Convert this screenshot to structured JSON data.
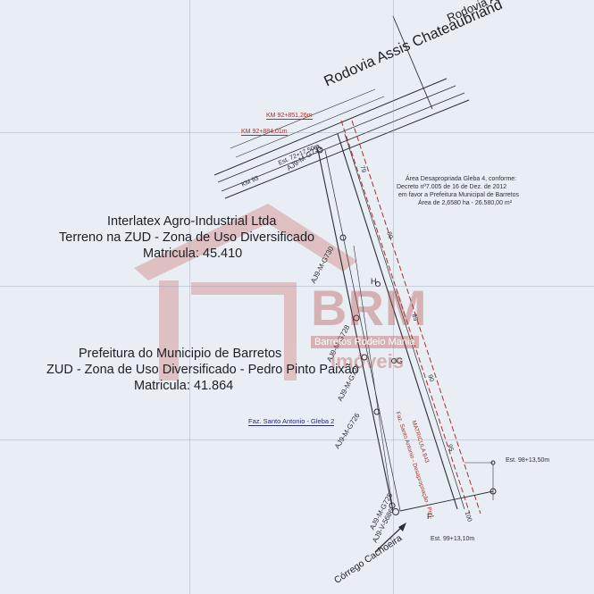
{
  "road": {
    "name": "Rodovia Assis Chateaubriand",
    "trail": "- S"
  },
  "km_markers": [
    "KM 92+851,26m",
    "KM 92+884,01m"
  ],
  "road_km": "KM 93",
  "est_top": "Est. 72+17,50m",
  "plots": [
    {
      "owner": "Interlatex Agro-Industrial Ltda",
      "zone": "Terreno na ZUD - Zona de Uso Diversificado",
      "registry": "Matricula: 45.410"
    },
    {
      "owner": "Prefeitura do Municipio de Barretos",
      "zone": "ZUD - Zona de Uso Diversificado - Pedro Pinto Paixão",
      "registry": "Matricula: 41.864"
    }
  ],
  "expropriation_note": [
    "Área Desapropriada Gleba 4, conforme:",
    "Decreto nº7.005 de 16 de Dez. de 2012",
    "em favor a Prefeitura Municipal de Barretos",
    "Área de 2,6580 ha - 26.580,00 m²"
  ],
  "stations": [
    "AJ9-M-G731",
    "AJ9-M-G730",
    "AJ9-M-G728",
    "AJ9-M-G727",
    "AJ9-M-G726",
    "AJ9-M-G725",
    "AJ9-V-5686"
  ],
  "chainage": [
    "79",
    "80",
    "85",
    "90",
    "95",
    "100"
  ],
  "points": [
    "H",
    "G",
    "F"
  ],
  "gleba_label": "Faz. Santo Antonio - Gleba 2",
  "red_strip_label": [
    "Faz. Santo Antonio - Desapropriação - Pref.",
    "MATRICULA 843"
  ],
  "est_right": "Est. 98+13,50m",
  "est_bottom": "Est. 99+13,10m",
  "stream": "Córrego Cachoeira",
  "watermark": {
    "brand": "BRM",
    "tagline": "Barretos Rodeio Mania",
    "sub": "imóveis"
  },
  "colors": {
    "paper": "#e9edf4",
    "ink": "#1d1f24",
    "red": "#a8322b",
    "watermark": "#b4433f"
  }
}
